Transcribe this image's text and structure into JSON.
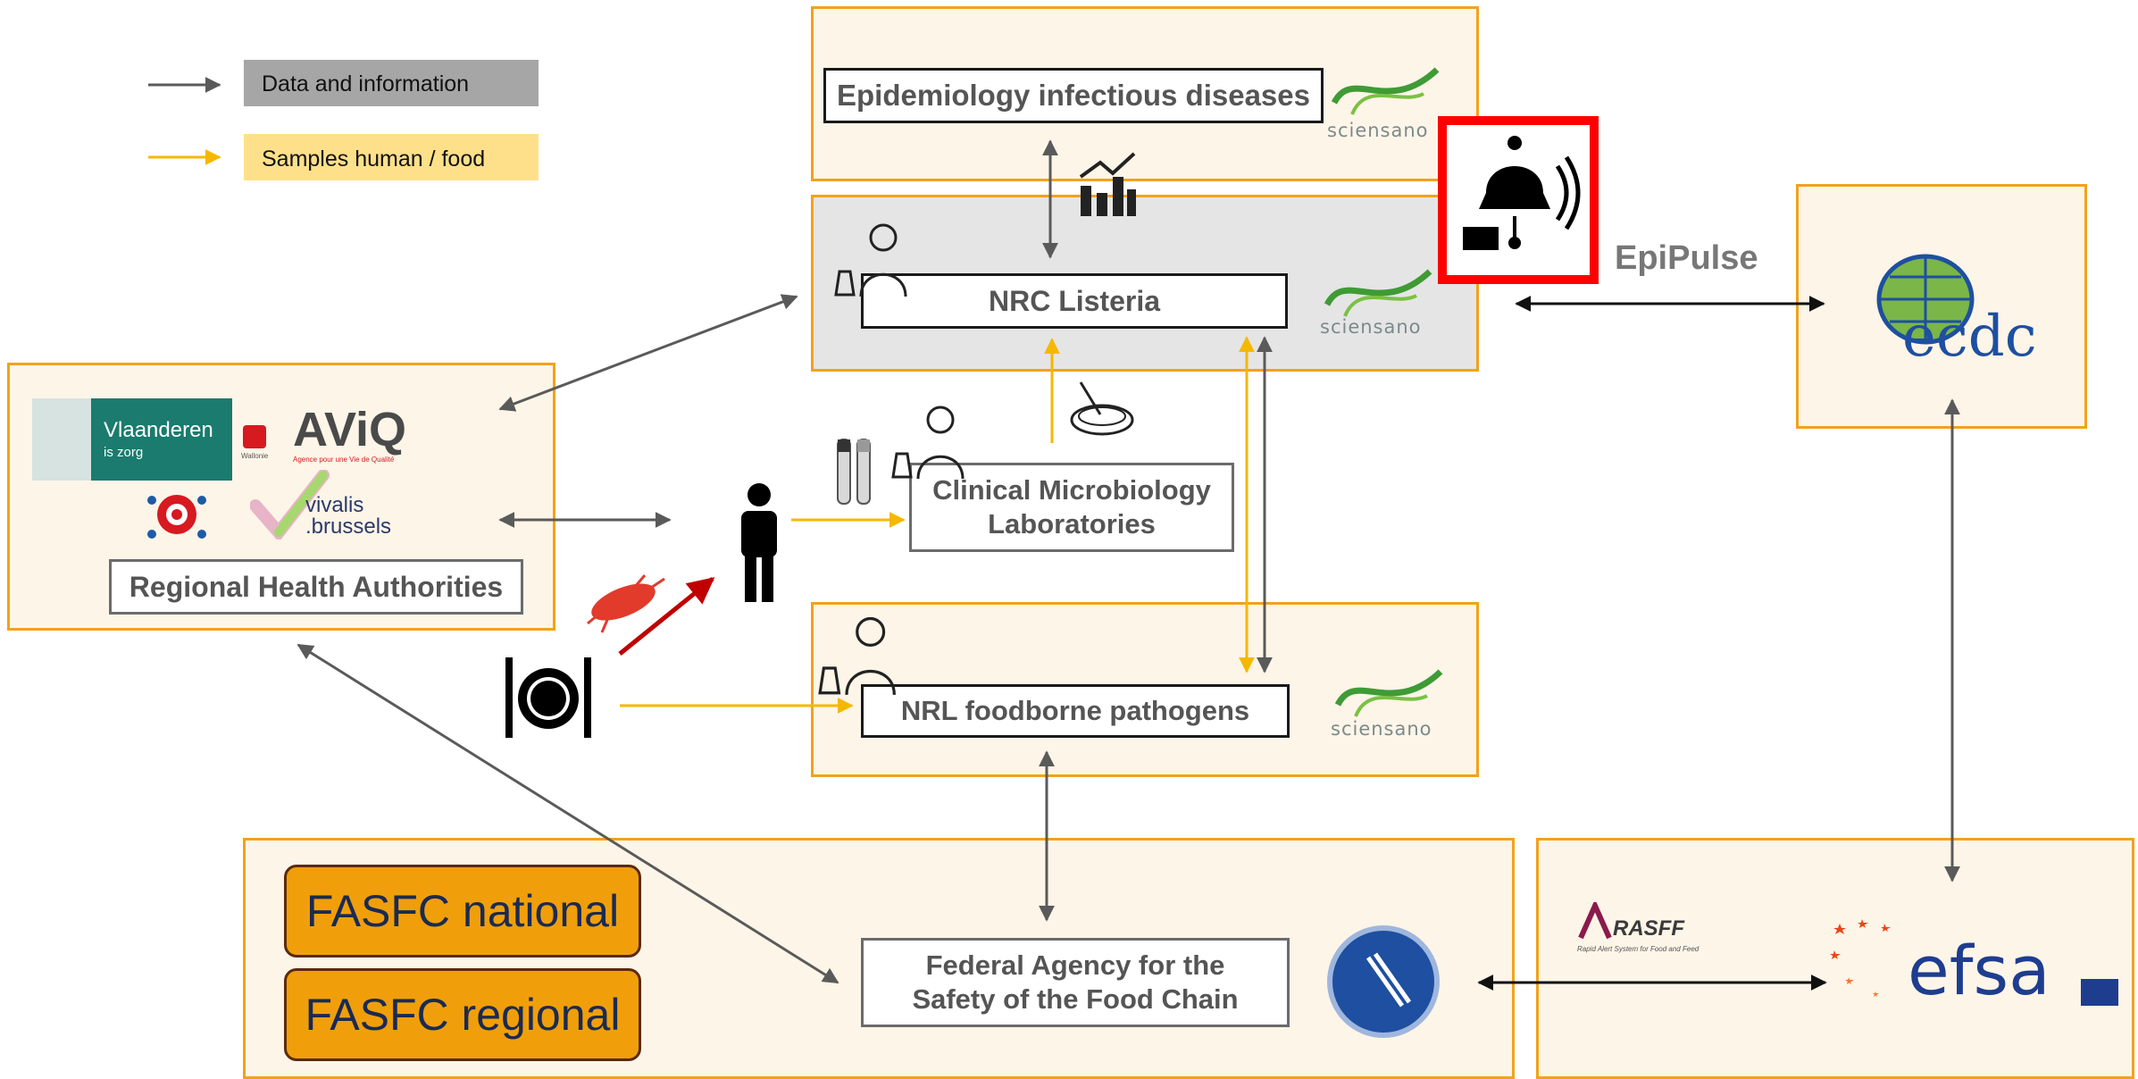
{
  "legend": {
    "data_label": "Data and information",
    "samples_label": "Samples human / food",
    "data_color": "#5a5a5a",
    "samples_color": "#f5b800",
    "data_bg": "#a6a6a6",
    "samples_bg": "#ffe08a"
  },
  "nodes": {
    "epidemiology": "Epidemiology infectious diseases",
    "nrc_listeria": "NRC Listeria",
    "clinical_lab": "Clinical Microbiology Laboratories",
    "nrl_foodborne": "NRL foodborne pathogens",
    "regional_health": "Regional Health Authorities",
    "federal_agency": "Federal Agency for the Safety of the Food Chain",
    "fasfc_national": "FASFC national",
    "fasfc_regional": "FASFC regional",
    "epipulse": "EpiPulse"
  },
  "logos": {
    "sciensano": "sciensano",
    "vlaanderen": "Vlaanderen",
    "vlaanderen_sub": "is zorg",
    "aviq": "AViQ",
    "aviq_sub": "Agence pour une Vie de Qualité",
    "wallonie": "Wallonie",
    "vivalis": "vivalis",
    "brussels": ".brussels",
    "ecdc": "ecdc",
    "rasff": "RASFF",
    "rasff_sub": "Rapid Alert System for Food and Feed",
    "efsa": "efsa"
  },
  "icons": [
    "scientist-icon",
    "chart-icon",
    "alert-bell-icon",
    "petri-dish-icon",
    "test-tubes-icon",
    "person-icon",
    "bacteria-icon",
    "plate-cutlery-icon",
    "globe-icon",
    "fasfc-seal-icon"
  ],
  "colors": {
    "panel_border": "#f2a21d",
    "panel_bg": "#fdf5e8",
    "nrc_bg": "#e5e5e5",
    "alert_border": "#ff0000",
    "fasfc_fill": "#f09f0a",
    "contamination_arrow": "#c00000",
    "sciensano_green": "#3f9b35"
  }
}
